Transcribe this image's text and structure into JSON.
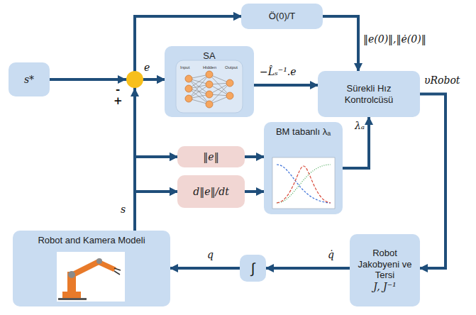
{
  "diagram": {
    "nodes": [
      {
        "text": [
          "s*"
        ]
      },
      {
        "text": [
          "Ö(0)/T"
        ]
      },
      {
        "text": [
          "SA",
          "Input",
          "Hidden",
          "Output"
        ]
      },
      {
        "text": [
          "Sürekli Hız Kontrolcüsü"
        ]
      },
      {
        "text": [
          "‖e‖"
        ]
      },
      {
        "text": [
          "d‖e‖/dt"
        ]
      },
      {
        "text": [
          "BM tabanlı λₐ"
        ]
      },
      {
        "text": [
          "Robot and Kamera Modeli"
        ]
      },
      {
        "text": [
          "∫"
        ]
      },
      {
        "text": [
          "Robot Jakobyeni ve Tersi",
          "J, J⁻¹"
        ]
      }
    ],
    "edges": [
      {
        "from": 0,
        "to": 1,
        "arrow": "to"
      },
      {
        "from": 0,
        "to": 2,
        "arrow": "to"
      },
      {
        "from": 0,
        "to": 4,
        "arrow": "to"
      },
      {
        "from": 0,
        "to": 5,
        "arrow": "to"
      },
      {
        "from": 7,
        "to": 1,
        "arrow": "to"
      },
      {
        "from": 7,
        "to": 2,
        "arrow": "to"
      },
      {
        "from": 7,
        "to": 4,
        "arrow": "to"
      },
      {
        "from": 7,
        "to": 5,
        "arrow": "to"
      },
      {
        "from": 1,
        "to": 3,
        "arrow": "to"
      },
      {
        "from": 2,
        "to": 3,
        "arrow": "to"
      },
      {
        "from": 4,
        "to": 6,
        "arrow": "to"
      },
      {
        "from": 5,
        "to": 6,
        "arrow": "to"
      },
      {
        "from": 6,
        "to": 3,
        "arrow": "to"
      },
      {
        "from": 3,
        "to": 9,
        "arrow": "to"
      },
      {
        "from": 9,
        "to": 8,
        "arrow": "to"
      },
      {
        "from": 8,
        "to": 7,
        "arrow": "to"
      }
    ],
    "labels": [
      "e",
      "-",
      "+",
      "s",
      "−L̂ₛ⁻¹.e",
      "‖e(0)‖,‖ė(0)‖",
      "υRobot",
      "λₐ",
      "q̇",
      "q"
    ]
  }
}
